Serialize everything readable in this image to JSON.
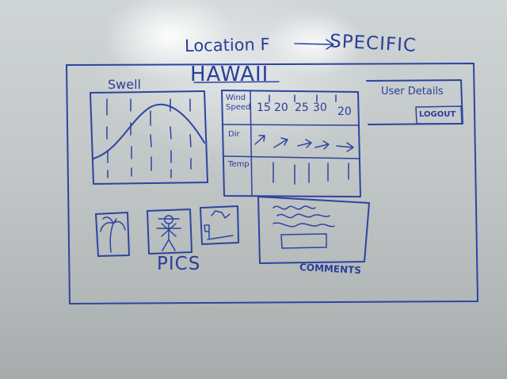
{
  "heading": {
    "prefix": "Location F",
    "arrow_target": "SPECIFIC"
  },
  "page_title": "HAWAII",
  "swell_panel": {
    "label": "Swell"
  },
  "wind_table": {
    "row_labels": [
      "Wind Speed",
      "Dir",
      "Temp"
    ],
    "speed_values": [
      "15",
      "20",
      "25",
      "30",
      "20"
    ]
  },
  "user_panel": {
    "label": "User Details",
    "logout_label": "LOGOUT"
  },
  "pics": {
    "label": "PICS"
  },
  "comments": {
    "label": "COMMENTS"
  },
  "colors": {
    "ink": "#2d44a0"
  }
}
